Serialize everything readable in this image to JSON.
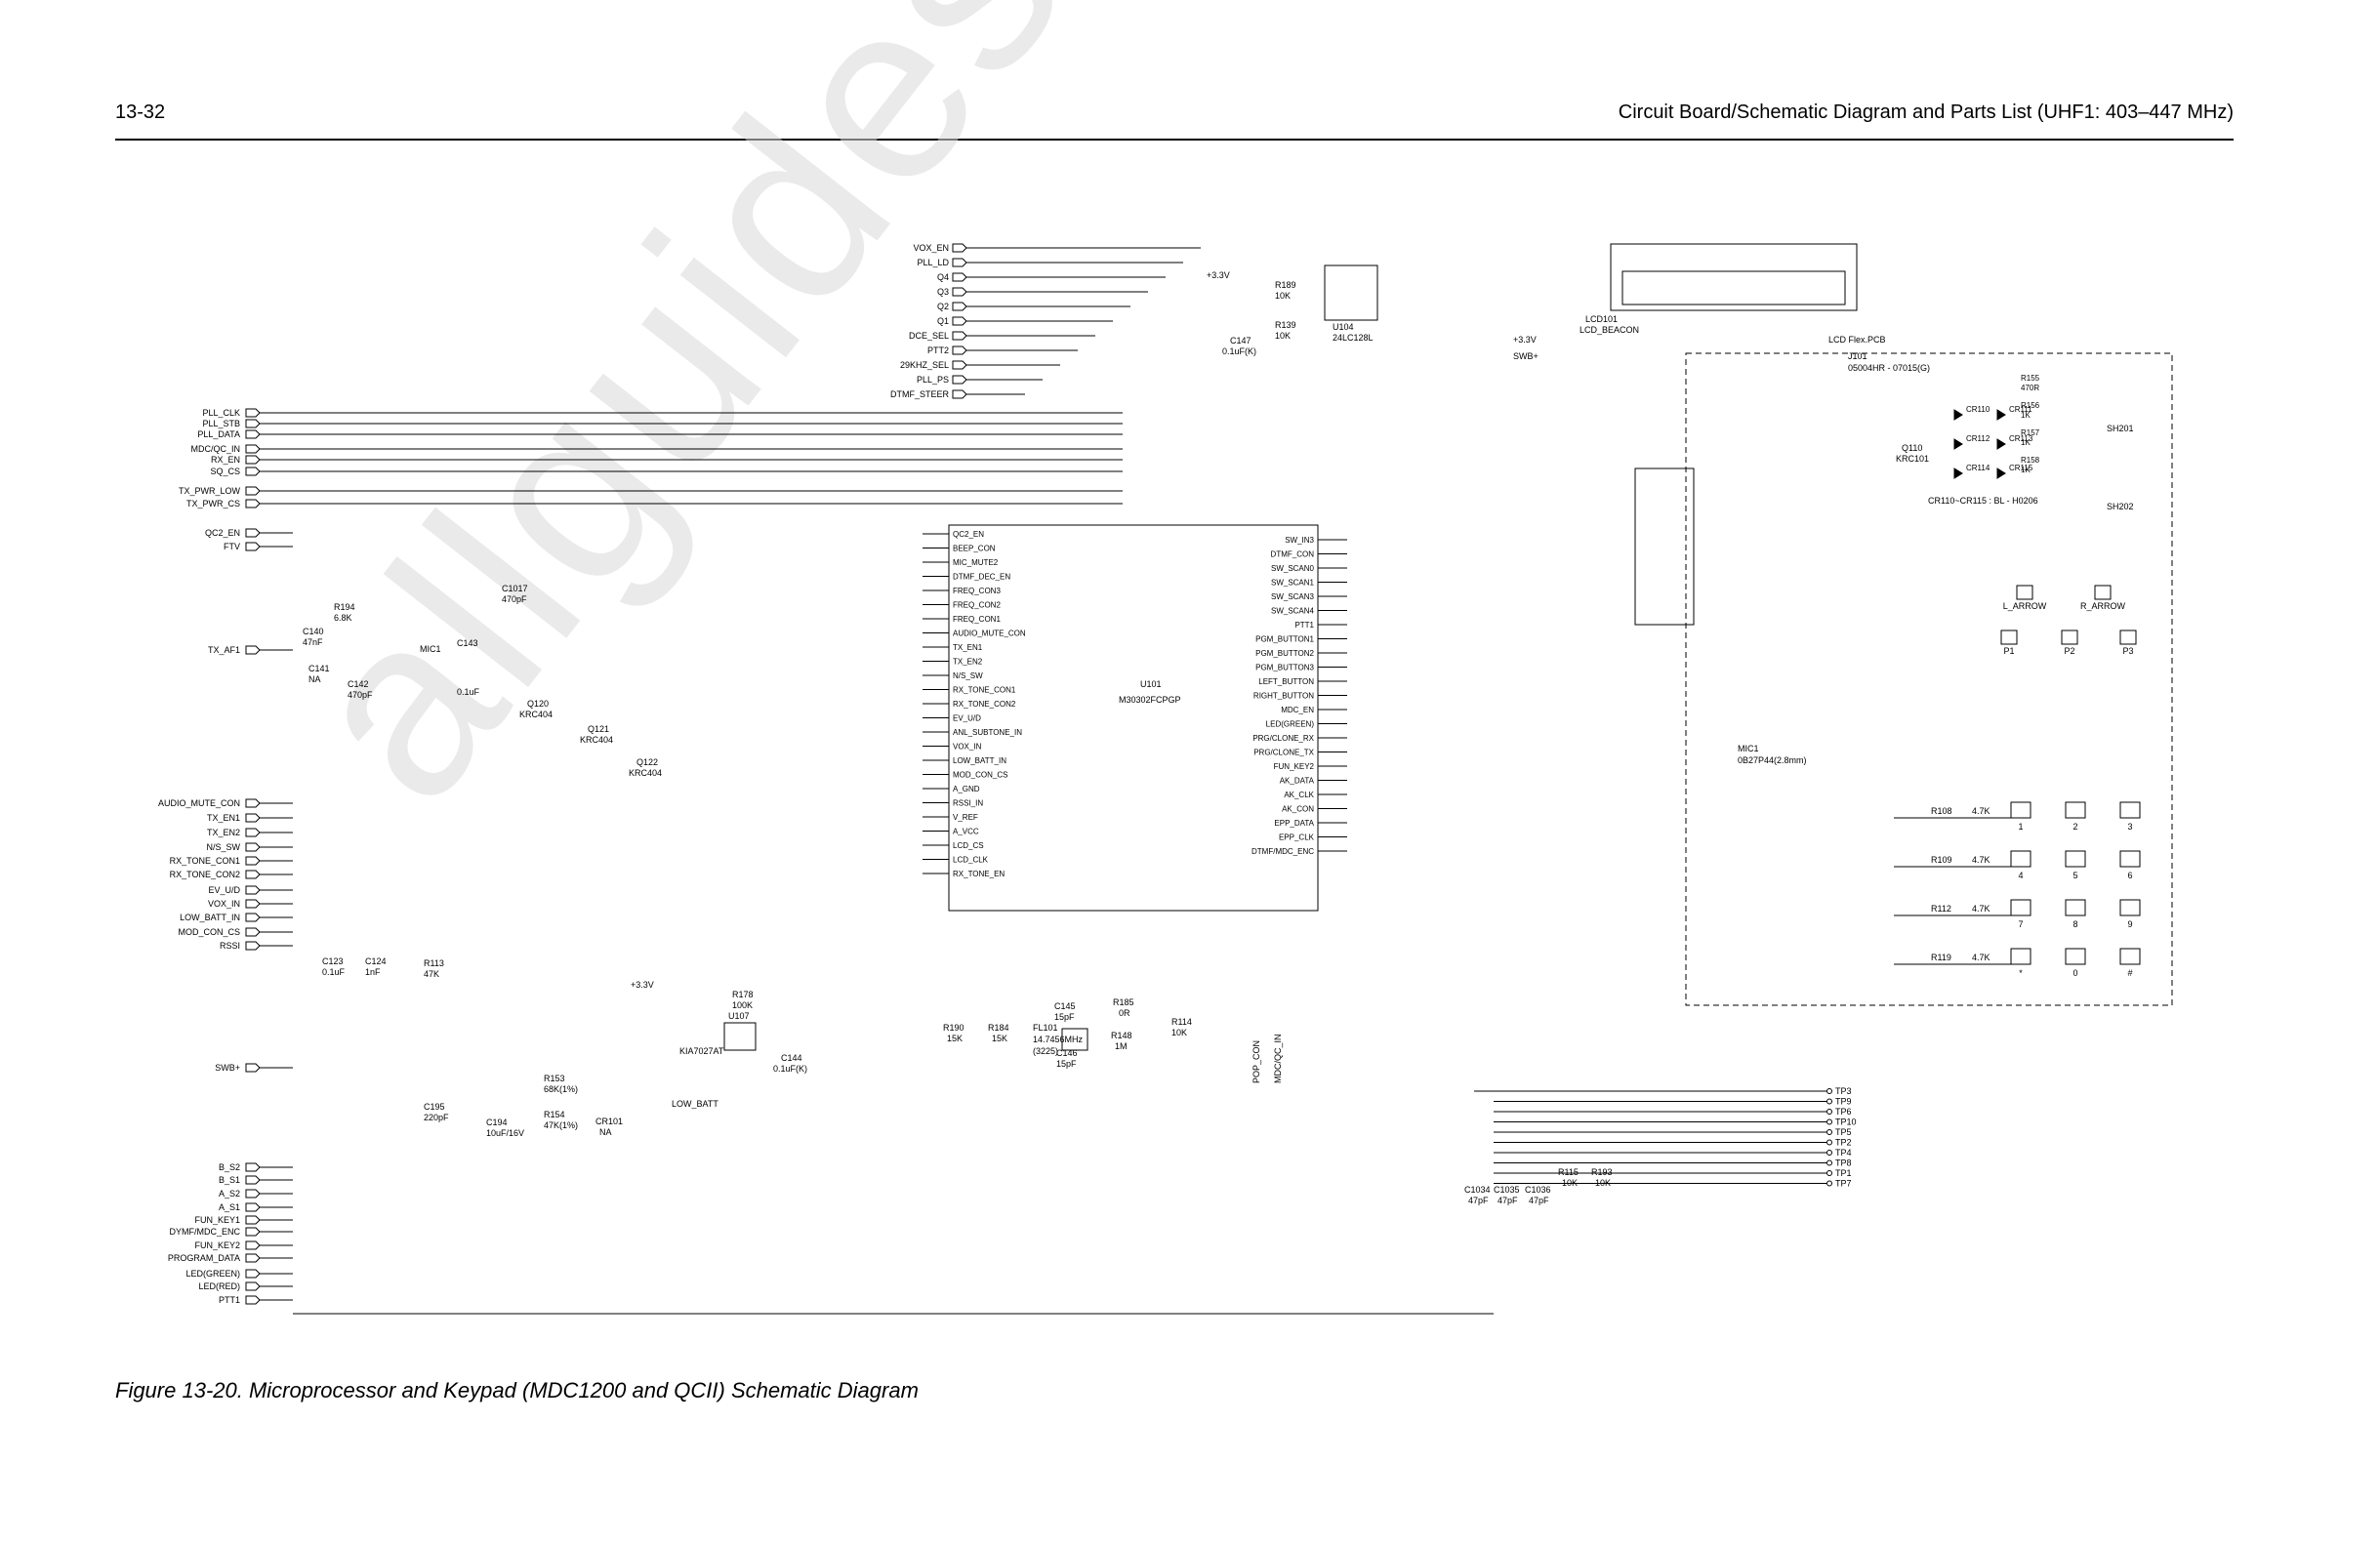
{
  "header": {
    "page_number": "13-32",
    "title": "Circuit Board/Schematic Diagram and Parts List (UHF1: 403–447 MHz)"
  },
  "caption": "Figure 13-20. Microprocessor and Keypad (MDC1200 and QCII) Schematic Diagram",
  "watermark": "allguides.com",
  "mcu": {
    "ref": "U101",
    "part": "M30302FCPGP",
    "left_pins": [
      "QC2_EN",
      "BEEP_CON",
      "MIC_MUTE2",
      "DTMF_DEC_EN",
      "FREQ_CON3",
      "FREQ_CON2",
      "FREQ_CON1",
      "AUDIO_MUTE_CON",
      "TX_EN1",
      "TX_EN2",
      "N/S_SW",
      "RX_TONE_CON1",
      "RX_TONE_CON2",
      "EV_U/D",
      "ANL_SUBTONE_IN",
      "VOX_IN",
      "LOW_BATT_IN",
      "MOD_CON_CS",
      "A_GND",
      "RSSI_IN",
      "V_REF",
      "A_VCC",
      "LCD_CS",
      "LCD_CLK",
      "RX_TONE_EN"
    ],
    "right_pins": [
      "SW_IN3",
      "DTMF_CON",
      "SW_SCAN0",
      "SW_SCAN1",
      "SW_SCAN3",
      "SW_SCAN4",
      "PTT1",
      "PGM_BUTTON1",
      "PGM_BUTTON2",
      "PGM_BUTTON3",
      "LEFT_BUTTON",
      "RIGHT_BUTTON",
      "MDC_EN",
      "LED(GREEN)",
      "PRG/CLONE_RX",
      "PRG/CLONE_TX",
      "FUN_KEY2",
      "AK_DATA",
      "AK_CLK",
      "AK_CON",
      "EPP_DATA",
      "EPP_CLK",
      "DTMF/MDC_ENC"
    ]
  },
  "left_signals": [
    "PLL_CLK",
    "PLL_STB",
    "PLL_DATA",
    "MDC/QC_IN",
    "RX_EN",
    "SQ_CS",
    "TX_PWR_LOW",
    "TX_PWR_CS",
    "QC2_EN",
    "FTV",
    "TX_AF1",
    "AUDIO_MUTE_CON",
    "TX_EN1",
    "TX_EN2",
    "N/S_SW",
    "RX_TONE_CON1",
    "RX_TONE_CON2",
    "EV_U/D",
    "VOX_IN",
    "LOW_BATT_IN",
    "MOD_CON_CS",
    "RSSI",
    "SWB+",
    "B_S2",
    "B_S1",
    "A_S2",
    "A_S1",
    "FUN_KEY1",
    "DYMF/MDC_ENC",
    "FUN_KEY2",
    "PROGRAM_DATA",
    "LED(GREEN)",
    "LED(RED)",
    "PTT1"
  ],
  "top_signals": [
    "VOX_EN",
    "PLL_LD",
    "Q4",
    "Q3",
    "Q2",
    "Q1",
    "DCE_SEL",
    "PTT2",
    "29KHZ_SEL",
    "PLL_PS",
    "DTMF_STEER"
  ],
  "test_points": [
    "TP3",
    "TP9",
    "TP6",
    "TP10",
    "TP5",
    "TP2",
    "TP4",
    "TP8",
    "TP1",
    "TP7"
  ],
  "eeprom": {
    "ref": "U104",
    "part": "24LC128L",
    "r1": "R189",
    "r1v": "10K",
    "r2": "R139",
    "r2v": "10K",
    "cap": "C147",
    "capv": "0.1uF(K)",
    "supply": "+3.3V"
  },
  "lcd": {
    "ref": "LCD101",
    "net": "LCD_BEACON",
    "flex": "LCD   Flex.PCB",
    "conn": "J101",
    "conn_part": "05004HR - 07015(G)",
    "supply": "+3.3V",
    "swb": "SWB+"
  },
  "keypad": {
    "keys": [
      "1",
      "2",
      "3",
      "4",
      "5",
      "6",
      "7",
      "8",
      "9",
      "*",
      "0",
      "#"
    ],
    "row_resistors": [
      {
        "ref": "R108",
        "value": "4.7K"
      },
      {
        "ref": "R109",
        "value": "4.7K"
      },
      {
        "ref": "R112",
        "value": "4.7K"
      },
      {
        "ref": "R119",
        "value": "4.7K"
      }
    ],
    "buttons": [
      "P1",
      "P2",
      "P3",
      "L_ARROW",
      "R_ARROW"
    ]
  },
  "backlight": {
    "leds": [
      "CR110",
      "CR111",
      "CR112",
      "CR113",
      "CR114",
      "CR115"
    ],
    "note": "CR110~CR115 : BL - H0206",
    "transistor": "Q110",
    "transistor_part": "KRC101",
    "resistors": [
      "R155",
      "R156",
      "R157",
      "R158"
    ],
    "res_values": [
      "470R",
      "1K",
      "1K",
      "1K"
    ]
  },
  "mic": {
    "ref": "MIC1",
    "part": "0B27P44(2.8mm)"
  },
  "audio": {
    "q120": "Q120",
    "q121": "Q121",
    "q122": "Q122",
    "q_part": "KRC404",
    "r194": "R194",
    "r194v": "6.8K",
    "c140": "C140",
    "c140v": "47nF",
    "c141": "C141",
    "c141v": "NA",
    "c142": "C142",
    "c142v": "470pF",
    "c143": "C143",
    "c143v": "0.1uF",
    "c1017": "C1017",
    "c1017v": "470pF",
    "mic": "MIC1"
  },
  "battery": {
    "u107": "U107",
    "u107p": "KIA7027AT",
    "r178": "R178",
    "r178v": "100K",
    "c144": "C144",
    "c144v": "0.1uF(K)",
    "r153": "R153",
    "r153v": "68K(1%)",
    "r154": "R154",
    "r154v": "47K(1%)",
    "cr101": "CR101",
    "cr101v": "NA",
    "c195": "C195",
    "c195v": "220pF",
    "c194": "C194",
    "c194v": "10uF/16V",
    "low_batt": "LOW_BATT",
    "supply": "+3.3V"
  },
  "crystal": {
    "fl": "FL101",
    "freq": "14.7456MHz",
    "pkg": "(3225)",
    "c145": "C145",
    "c145v": "15pF",
    "c146": "C146",
    "c146v": "15pF",
    "r148": "R148",
    "r148v": "1M",
    "r185": "R185",
    "r185v": "0R",
    "r114": "R114",
    "r114v": "10K",
    "r190": "R190",
    "r190v": "15K",
    "r184": "R184",
    "r184v": "15K"
  },
  "misc": {
    "c123": "C123",
    "c123v": "0.1uF",
    "c124": "C124",
    "c124v": "1nF",
    "r113": "R113",
    "r113v": "47K",
    "r115": "R115",
    "r115v": "10K",
    "r193": "R193",
    "r193v": "10K",
    "c1034": "C1034",
    "c1034v": "47pF",
    "c1035": "C1035",
    "c1035v": "47pF",
    "c1036": "C1036",
    "c1036v": "47pF",
    "pop_con": "POP_CON",
    "mdc_in": "MDC/QC_IN",
    "sh201": "SH201",
    "sh202": "SH202"
  }
}
